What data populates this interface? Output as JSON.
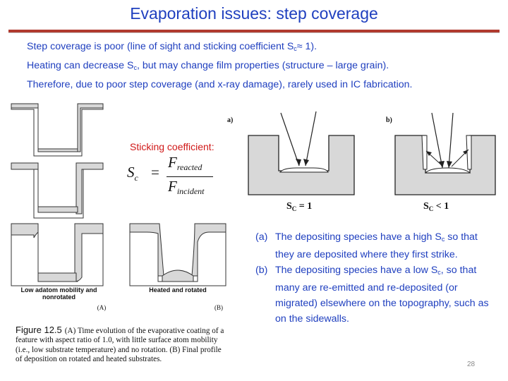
{
  "title": "Evaporation issues: step coverage",
  "intro": {
    "line1_a": "Step coverage is poor (line of sight and sticking coefficient S",
    "line1_sub": "c",
    "line1_b": "≈ 1).",
    "line2_a": "Heating can decrease S",
    "line2_sub": "c",
    "line2_b": ", but may change film properties (structure – large grain).",
    "line3": "Therefore, due to poor step coverage (and x-ray damage), rarely used in IC fabrication."
  },
  "figure_left": {
    "label_a": "Low adatom mobility and\nnonrotated",
    "tag_a": "(A)",
    "label_b": "Heated and rotated",
    "tag_b": "(B)"
  },
  "caption": {
    "fig_no": "Figure 12.5",
    "text": "(A) Time evolution of the evaporative coating of a feature with aspect ratio of 1.0, with little surface atom mobility (i.e., low substrate temperature) and no rotation. (B) Final profile of deposition on rotated and heated substrates."
  },
  "sticking": {
    "label": "Sticking coefficient:",
    "lhs": "S",
    "lhs_sub": "c",
    "eq": "=",
    "num": "F",
    "num_sub": "reacted",
    "den": "F",
    "den_sub": "incident"
  },
  "panels": {
    "a_tag": "a)",
    "b_tag": "b)",
    "a_sc": "S",
    "a_sc_sub": "C",
    "a_sc_val": " = 1",
    "b_sc": "S",
    "b_sc_sub": "C",
    "b_sc_val": " < 1"
  },
  "notes": [
    {
      "mark": "(a)",
      "a": "The depositing species have a high S",
      "sub": "c",
      "b": " so that they are deposited where they first strike."
    },
    {
      "mark": "(b)",
      "a": "The depositing species have a low S",
      "sub": "c",
      "b": ", so that many are re-emitted and re-deposited (or migrated) elsewhere on the topography, such as on the sidewalls."
    }
  ],
  "page_number": "28",
  "colors": {
    "title": "#1f3fbf",
    "accent_rule": "#b03a2e",
    "sticking_label": "#d01818",
    "substrate": "#d8d8d8"
  }
}
